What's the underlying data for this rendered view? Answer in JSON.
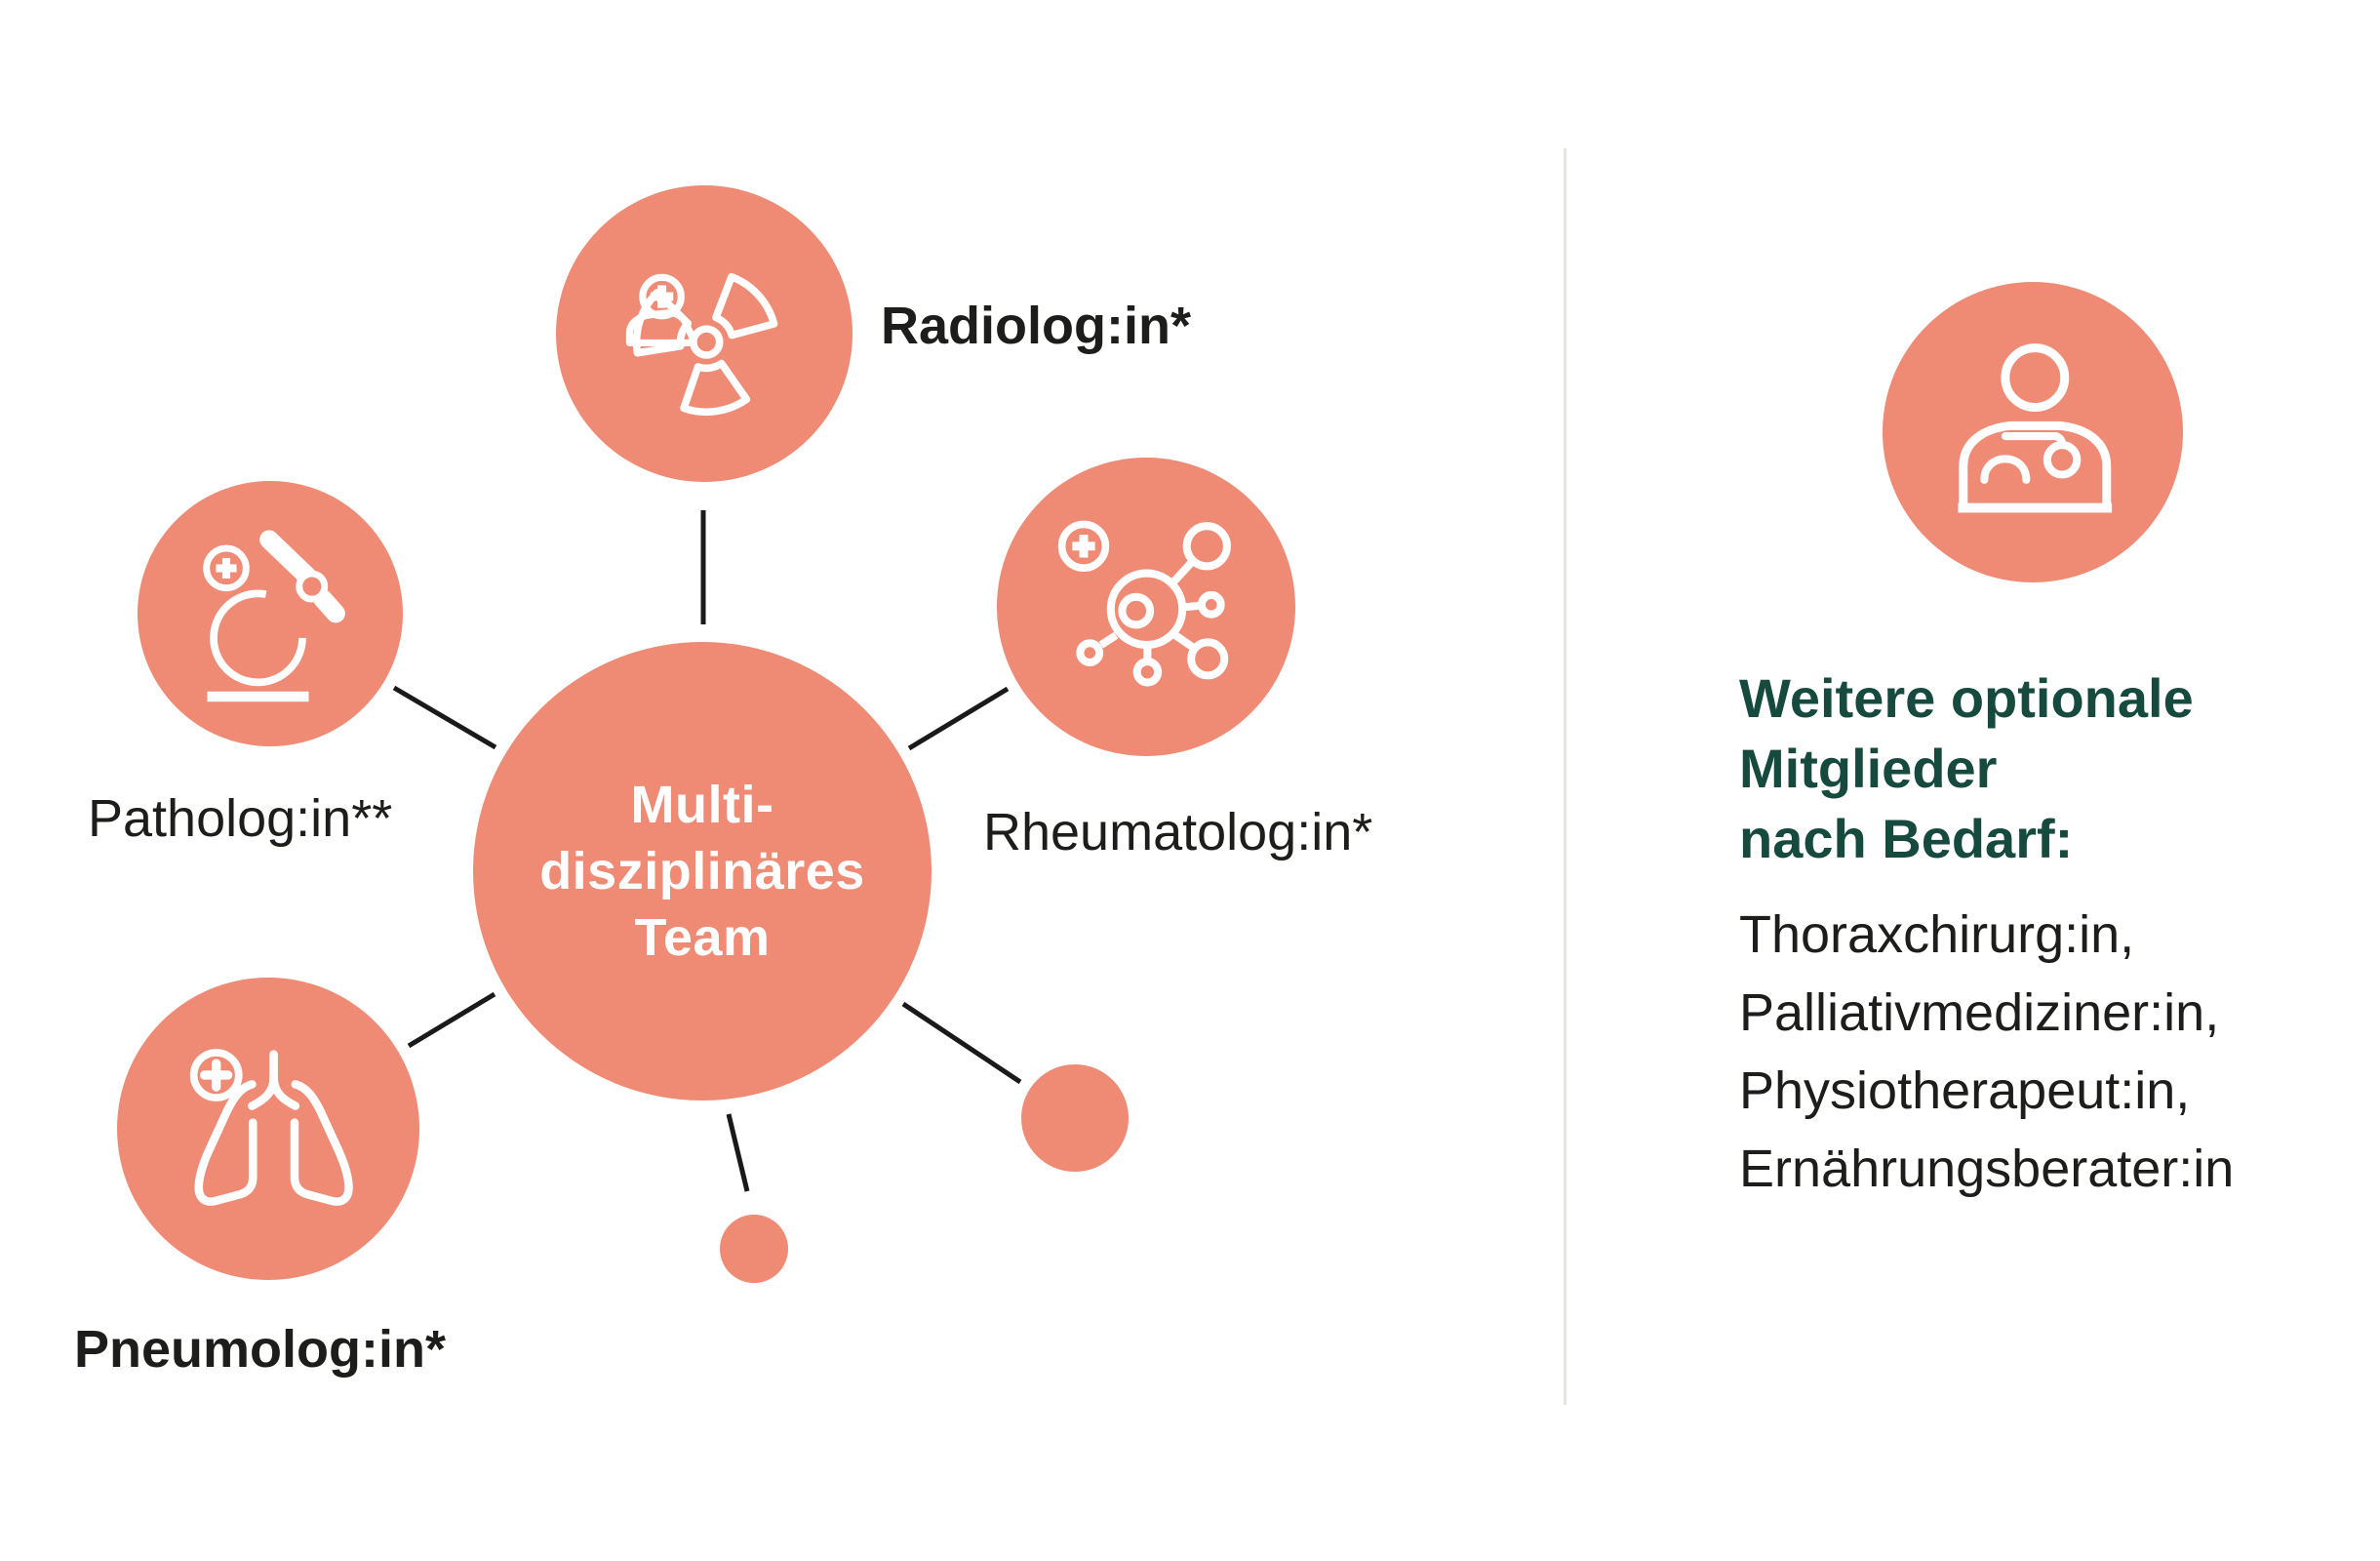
{
  "title": "Multidisziplinäres Team",
  "colors": {
    "background": "#ffffff",
    "circle_fill": "#EF8A74",
    "icon_stroke": "#ffffff",
    "connector": "#1a1a1a",
    "divider": "#E9E4DA",
    "heading_green": "#174A3E",
    "text_black": "#1d1d1b"
  },
  "diagram": {
    "center": {
      "label_lines": [
        "Multi-",
        "disziplinäres",
        "Team"
      ]
    },
    "nodes": [
      {
        "label": "Radiolog:in*",
        "icon": "radiation-icon",
        "bold": true
      },
      {
        "label": "Rheumatolog:in*",
        "icon": "cell-icon",
        "bold": false
      },
      {
        "label": "Patholog:in**",
        "icon": "microscope-icon",
        "bold": false
      },
      {
        "label": "Pneumolog:in*",
        "icon": "lungs-icon",
        "bold": true
      }
    ]
  },
  "sidebar": {
    "icon": "doctor-icon",
    "heading_lines": [
      "Weitere optionale",
      "Mitglieder",
      "nach Bedarf:"
    ],
    "items": [
      "Thoraxchirurg:in,",
      "Palliativmediziner:in,",
      "Physiotherapeut:in,",
      "Ernährungsberater:in"
    ]
  }
}
